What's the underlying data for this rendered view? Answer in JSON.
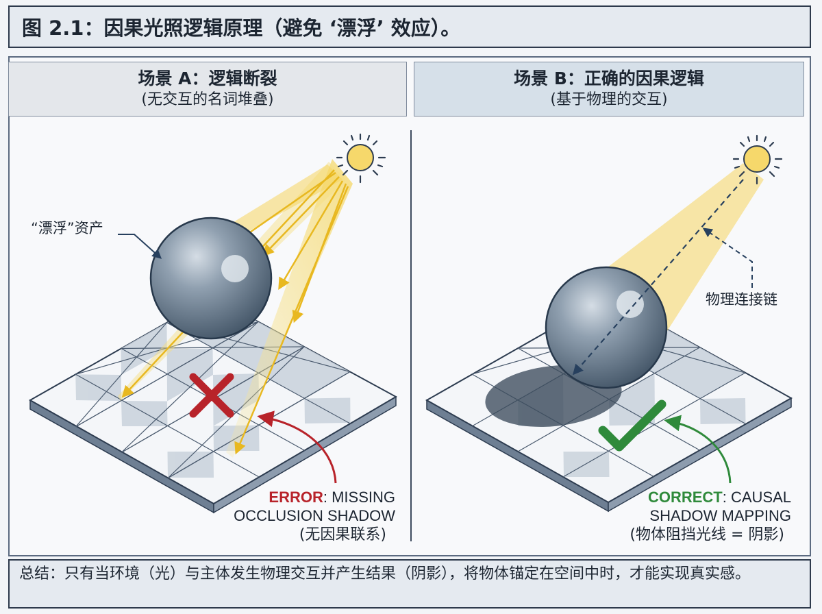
{
  "title": "图 2.1：因果光照逻辑原理（避免 ‘漂浮’ 效应）。",
  "panel_a": {
    "heading": "场景 A：逻辑断裂",
    "subheading": "(无交互的名词堆叠)",
    "label_floating": "“漂浮”资产",
    "error_keyword": "ERROR",
    "error_rest": ": MISSING",
    "error_line2": "OCCLUSION SHADOW",
    "error_line3": "(无因果联系)"
  },
  "panel_b": {
    "heading": "场景 B：正确的因果逻辑",
    "subheading": "(基于物理的交互)",
    "label_link": "物理连接链",
    "correct_keyword": "CORRECT",
    "correct_rest": ": CAUSAL",
    "correct_line2": "SHADOW MAPPING",
    "correct_line3": "(物体阻挡光线 = 阴影)"
  },
  "footer": "总结：只有当环境（光）与主体发生物理交互并产生结果（阴影），将物体锚定在空间中时，才能实现真实感。",
  "colors": {
    "error_red": "#b8232a",
    "correct_green": "#2f8a3b",
    "sun_yellow": "#f6d86b",
    "sphere_gray": "#6f8193",
    "navy": "#27405e"
  }
}
